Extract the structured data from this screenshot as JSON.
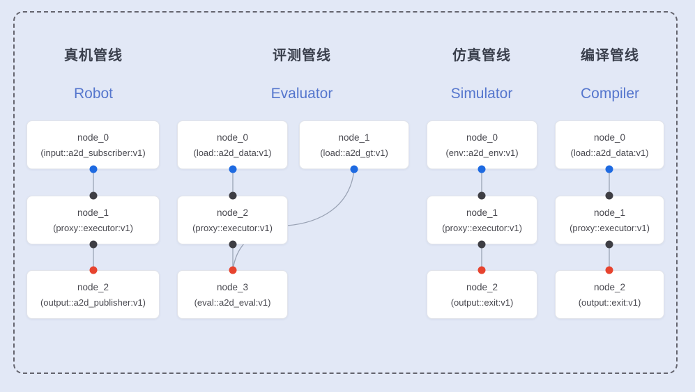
{
  "pipelines": [
    {
      "title_zh": "真机管线",
      "title_en": "Robot",
      "nodes": [
        {
          "label": "node_0",
          "type": "(input::a2d_subscriber:v1)"
        },
        {
          "label": "node_1",
          "type": "(proxy::executor:v1)"
        },
        {
          "label": "node_2",
          "type": "(output::a2d_publisher:v1)"
        }
      ]
    },
    {
      "title_zh": "评测管线",
      "title_en": "Evaluator",
      "nodes": [
        {
          "label": "node_0",
          "type": "(load::a2d_data:v1)"
        },
        {
          "label": "node_1",
          "type": "(load::a2d_gt:v1)"
        },
        {
          "label": "node_2",
          "type": "(proxy::executor:v1)"
        },
        {
          "label": "node_3",
          "type": "(eval::a2d_eval:v1)"
        }
      ]
    },
    {
      "title_zh": "仿真管线",
      "title_en": "Simulator",
      "nodes": [
        {
          "label": "node_0",
          "type": "(env::a2d_env:v1)"
        },
        {
          "label": "node_1",
          "type": "(proxy::executor:v1)"
        },
        {
          "label": "node_2",
          "type": "(output::exit:v1)"
        }
      ]
    },
    {
      "title_zh": "编译管线",
      "title_en": "Compiler",
      "nodes": [
        {
          "label": "node_0",
          "type": "(load::a2d_data:v1)"
        },
        {
          "label": "node_1",
          "type": "(proxy::executor:v1)"
        },
        {
          "label": "node_2",
          "type": "(output::exit:v1)"
        }
      ]
    }
  ],
  "colors": {
    "background": "#e2e8f6",
    "panel_border": "#64646e",
    "node_bg": "#ffffff",
    "node_border": "#e2e4ea",
    "node_text": "#48484f",
    "edge": "#9aa3b5",
    "port_blue": "#1e6ae1",
    "port_black": "#3e3e44",
    "port_red": "#e7432e",
    "title_zh": "#3a3f4c",
    "title_en": "#5576cd"
  }
}
